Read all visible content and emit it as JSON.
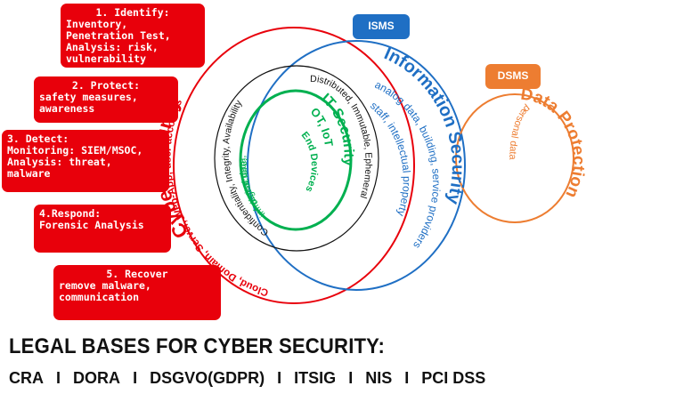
{
  "steps": [
    {
      "title": "1. Identify:",
      "lines": [
        "Inventory,",
        "Penetration Test,",
        "Analysis: risk,",
        "vulnerability"
      ]
    },
    {
      "title": "2. Protect:",
      "lines": [
        "safety measures,",
        "awareness"
      ]
    },
    {
      "title": "3. Detect:",
      "lines": [
        "Monitoring: SIEM/MSOC,",
        "Analysis: threat,",
        "malware"
      ]
    },
    {
      "title": "4.Respond:",
      "lines": [
        "Forensic Analysis"
      ]
    },
    {
      "title": "5. Recover",
      "lines": [
        "remove malware,",
        "communication"
      ]
    }
  ],
  "tags": {
    "isms": "ISMS",
    "dsms": "DSMS"
  },
  "circles": {
    "cyber_security": {
      "title": "Cyber Security",
      "subtitle": "Cloud, Domain, Server, Web-App, user accounts"
    },
    "information_security": {
      "title": "Information Security",
      "line1": "analog data, building, service providers",
      "line2": "staff, intellectual property"
    },
    "data_protection": {
      "title": "Data Protection",
      "subtitle": "personal data"
    },
    "cia": {
      "left": "Confidentiality, Integrity, Availability",
      "right": "Distributed, Immutable, Ephemeral"
    },
    "it_security": {
      "title": "IT Security",
      "line2": "OT, IoT",
      "line3": "End Devices",
      "left1": "digital data,",
      "left2": "infrastructure,"
    }
  },
  "legal": {
    "heading": "LEGAL BASES FOR CYBER SECURITY:",
    "separator": "I",
    "laws": [
      "CRA",
      "DORA",
      "DSGVO(GDPR)",
      "ITSIG",
      "NIS",
      "PCI DSS"
    ]
  },
  "colors": {
    "red": "#e8000b",
    "blue": "#1f6fc4",
    "orange": "#ed7d31",
    "green": "#00b050",
    "dark": "#111111"
  }
}
